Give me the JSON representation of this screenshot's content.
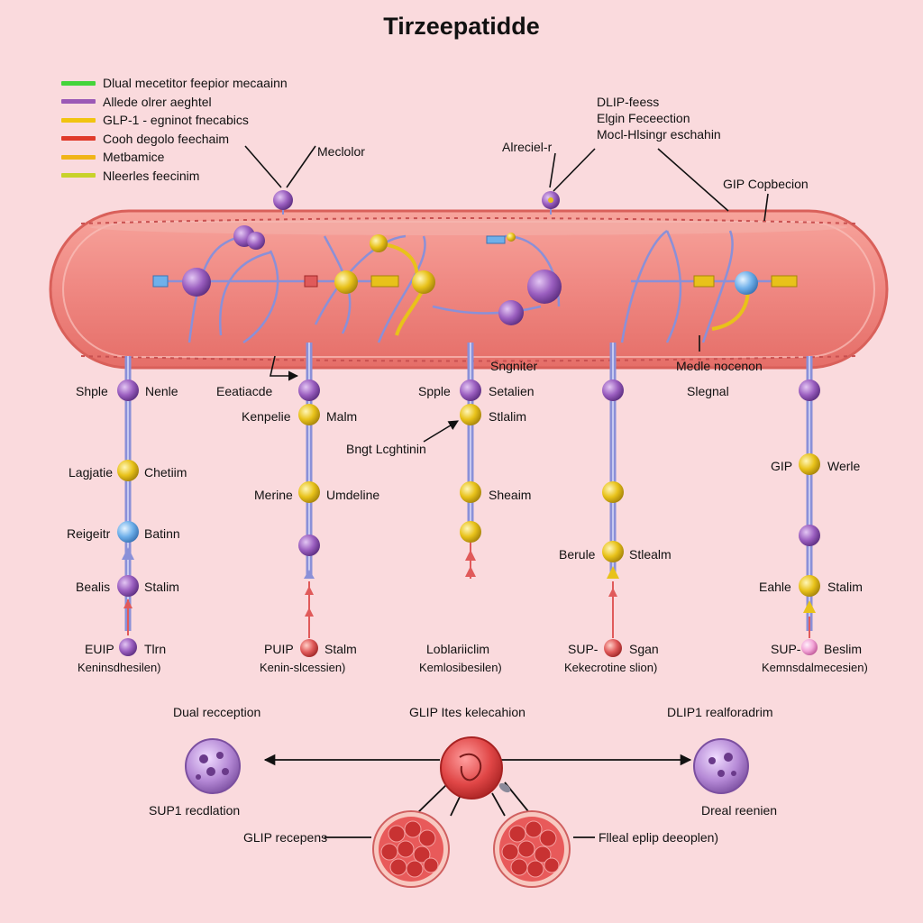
{
  "title": "Tirzeepatidde",
  "colors": {
    "background": "#fadadd",
    "cell_body": "#f08a84",
    "cell_border": "#d9605a",
    "pathway_line": "#8a90d8",
    "node_purple": "#9b5fc0",
    "node_yellow": "#e8c21a",
    "node_blue": "#6fb0ea",
    "node_red": "#e05a5a"
  },
  "legend": [
    {
      "label": "Dlual mecetitor feepior mecaainn",
      "color": "#44d43a"
    },
    {
      "label": "Allede olrer aeghtel",
      "color": "#9b59b6"
    },
    {
      "label": "GLP-1 - egninot fnecabics",
      "color": "#f1c40f"
    },
    {
      "label": "Cooh degolo feechaim",
      "color": "#e03a2a"
    },
    {
      "label": "Metbamice",
      "color": "#f0b418"
    },
    {
      "label": "Nleerles feecinim",
      "color": "#c8d22a"
    }
  ],
  "top_labels": {
    "mecolor": "Meclolor",
    "alreciel": "Alreciel-r",
    "dlip_feess": "DLIP-feess",
    "elgin": "Elgin Feceection",
    "moal": "Mocl-Hlsingr eschahin",
    "gip_copbecion": "GIP  Copbecion"
  },
  "mid_labels": {
    "sngniter": "Sngniter",
    "medle_nocenon": "Medle nocenon",
    "slegnal": "Slegnal",
    "bngt_lcghtinin": "Bngt Lcghtinin"
  },
  "pathway_labels": [
    {
      "text": "Shple"
    },
    {
      "text": "Nenle"
    },
    {
      "text": "Lagjatie"
    },
    {
      "text": "Chetiim"
    },
    {
      "text": "Reigeitr"
    },
    {
      "text": "Batinn"
    },
    {
      "text": "Bealis"
    },
    {
      "text": "Stalim"
    },
    {
      "text": "EUIP"
    },
    {
      "text": "Tlrn"
    },
    {
      "text": "Keninsdhesilen)"
    },
    {
      "text": "Eeatiacde"
    },
    {
      "text": "Kenpelie"
    },
    {
      "text": "Malm"
    },
    {
      "text": "Merine"
    },
    {
      "text": "Umdeline"
    },
    {
      "text": "PUIP"
    },
    {
      "text": "Stalm"
    },
    {
      "text": "Kenin-slcessien)"
    },
    {
      "text": "Spple"
    },
    {
      "text": "Setalien"
    },
    {
      "text": "Stlalim"
    },
    {
      "text": "Sheaim"
    },
    {
      "text": "Loblariiclim"
    },
    {
      "text": "Kemlosibesilen)"
    },
    {
      "text": "Berule"
    },
    {
      "text": "Stlealm"
    },
    {
      "text": "SUP-"
    },
    {
      "text": "Sgan"
    },
    {
      "text": "Kekecrotine slion)"
    },
    {
      "text": "GIP"
    },
    {
      "text": "Werle"
    },
    {
      "text": "Eahle"
    },
    {
      "text": "Stalim"
    },
    {
      "text": "SUP-"
    },
    {
      "text": "Beslim"
    },
    {
      "text": "Kemnsdalmecesien)"
    }
  ],
  "bottom_labels": {
    "dual_reception": "Dual recception",
    "glip_ites": "GLIP Ites kelecahion",
    "dlip1": "DLIP1 realforadrim",
    "sup1": "SUP1 recdlation",
    "dreal": "Dreal reenien",
    "glip_recepens": "GLIP recepens",
    "flleal": "Flleal eplip deeoplen)"
  }
}
